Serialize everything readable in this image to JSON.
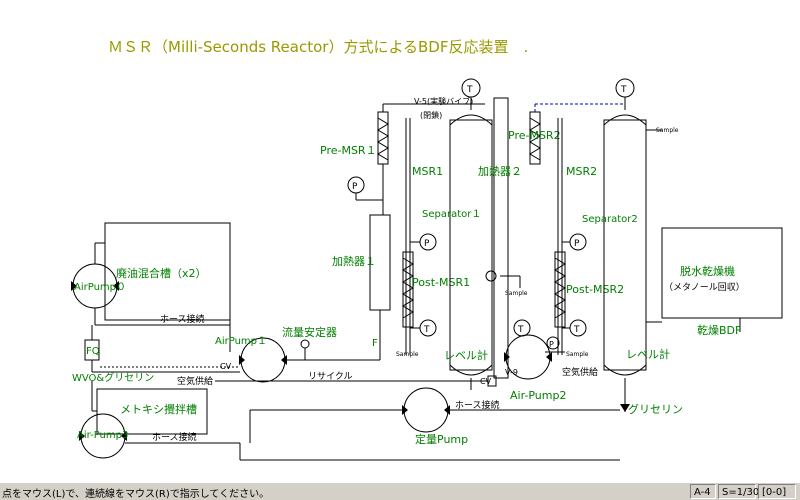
{
  "title": "ＭＳＲ（Milli-Seconds Reactor）方式によるBDF反応装置　.",
  "colors": {
    "title": "#9a9a00",
    "label": "#007f00",
    "line": "#000000",
    "component": "#707070",
    "accent_blue": "#0000c0"
  },
  "labels": {
    "ve5": "V-5(実験バイブ)",
    "ve5b": "(閉鎖)",
    "pre_msr1": "Pre-MSR１",
    "msr1": "MSR1",
    "separator1": "Separator１",
    "heater1": "加熱器１",
    "post_msr1": "Post-MSR1",
    "heater2": "加熱器２",
    "pre_msr2": "Pre-MSR2",
    "msr2": "MSR2",
    "separator2": "Separator2",
    "post_msr2": "Post-MSR2",
    "sample": "Sample",
    "waste_tank": "廃油混合槽（x2）",
    "air_pump0": "AirPump０",
    "hose_conn1": "ホース接続",
    "air_pump1": "AirPump１",
    "flow_stabilizer": "流量安定器",
    "fq": "FQ",
    "wvo_glycerin": "WVO&グリセリン",
    "air_supply1": "空気供給",
    "recycle": "リサイクル",
    "methoxy_tank": "メトキシ攪拌槽",
    "air_pump3": "Air-Pump3",
    "hose_conn2": "ホース接続",
    "metering_pump": "定量Pump",
    "hose_conn3": "ホース接続",
    "level_meter1": "レベル計",
    "level_meter2": "レベル計",
    "air_supply2": "空気供給",
    "air_pump2": "Air-Pump2",
    "v9": "V-9",
    "glycerin": "グリセリン",
    "dehydrator": "脱水乾燥機",
    "methanol_recovery": "（メタノール回収）",
    "dry_bdf": "乾燥BDF",
    "cv": "CV",
    "f": "F",
    "p": "P",
    "t": "T"
  },
  "statusbar": {
    "message": "点をマウス(L)で、連続線をマウス(R)で指示してください。",
    "sheet": "A-4",
    "scale": "S=1/30",
    "layer": "[0-0]"
  }
}
